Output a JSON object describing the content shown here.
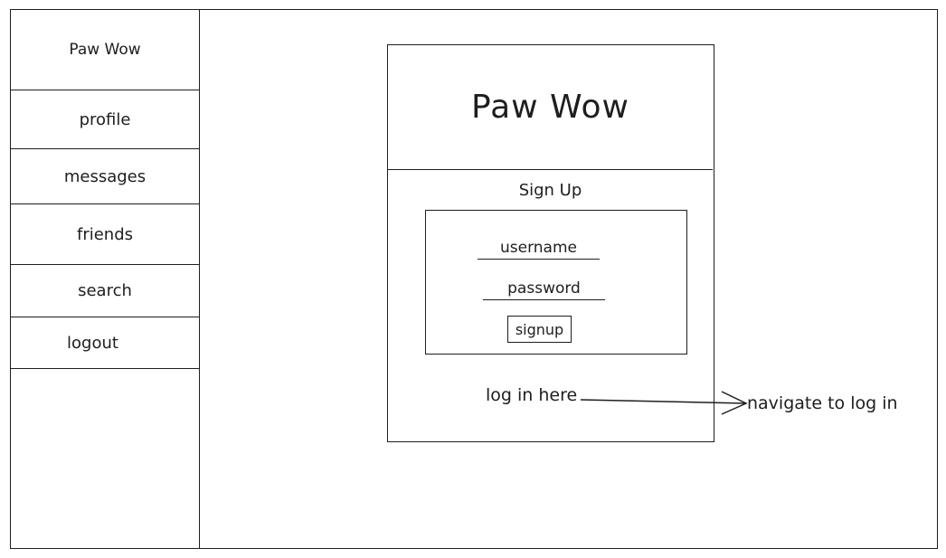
{
  "sidebar": {
    "brand": "Paw Wow",
    "items": [
      {
        "label": "profile"
      },
      {
        "label": "messages"
      },
      {
        "label": "friends"
      },
      {
        "label": "search"
      },
      {
        "label": "logout"
      }
    ]
  },
  "card": {
    "title": "Paw Wow",
    "subtitle": "Sign Up",
    "form": {
      "username_placeholder": "username",
      "password_placeholder": "password",
      "submit_label": "signup"
    },
    "login_link": "log in here"
  },
  "annotation": {
    "note": "navigate to log in"
  }
}
